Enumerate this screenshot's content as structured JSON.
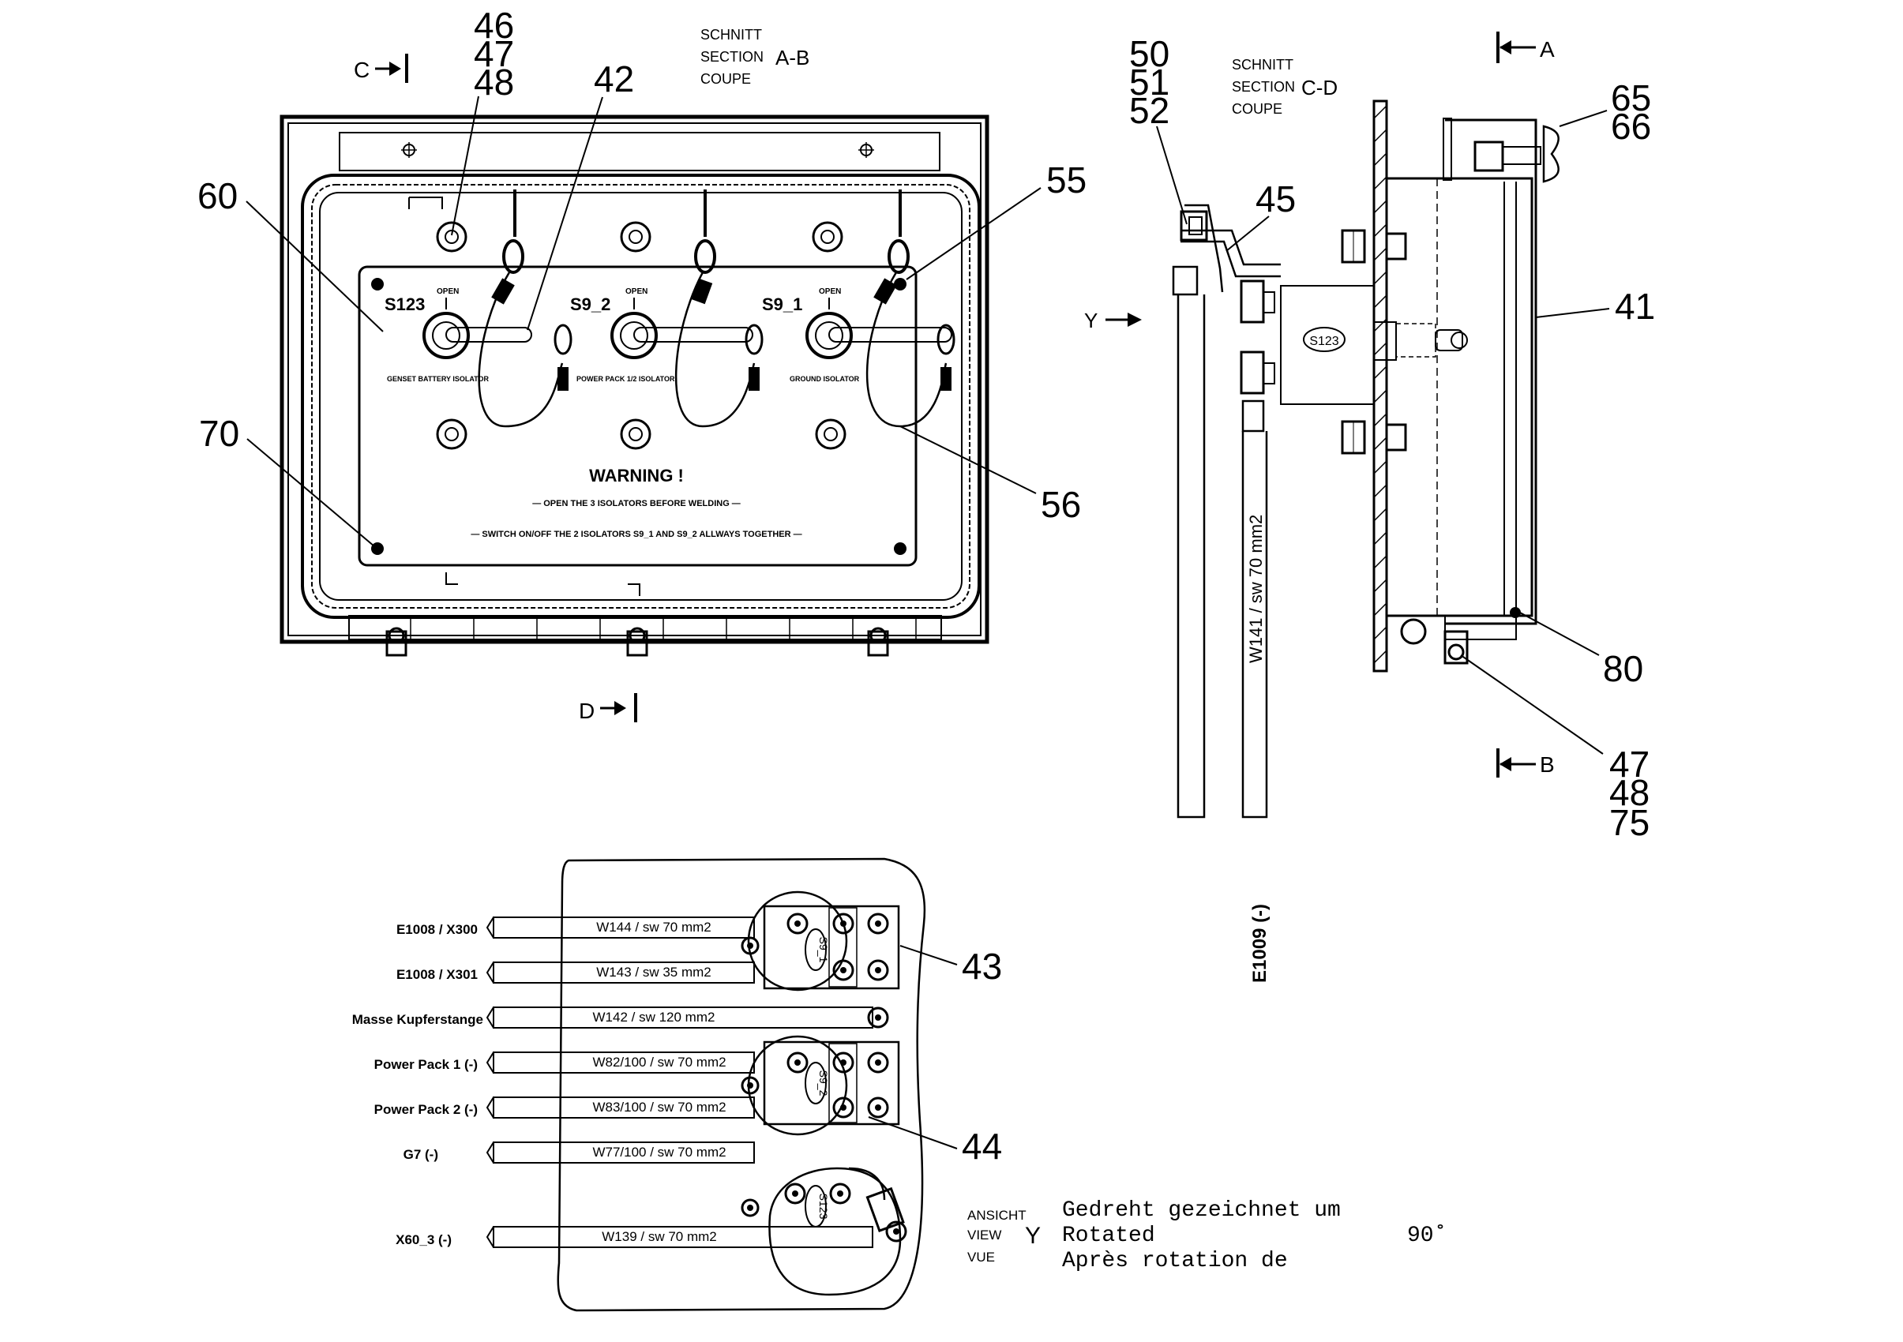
{
  "front_view": {
    "section_marks": {
      "left_top": "C",
      "bottom": "D"
    },
    "switches": [
      {
        "id": "S123",
        "state": "OPEN",
        "desc": "GENSET BATTERY ISOLATOR"
      },
      {
        "id": "S9_2",
        "state": "OPEN",
        "desc": "POWER PACK 1/2 ISOLATOR"
      },
      {
        "id": "S9_1",
        "state": "OPEN",
        "desc": "GROUND ISOLATOR"
      }
    ],
    "warning_title": "WARNING !",
    "warning_line1": "— OPEN THE 3 ISOLATORS BEFORE WELDING —",
    "warning_line2": "— SWITCH ON/OFF THE 2 ISOLATORS S9_1 AND S9_2 ALLWAYS TOGETHER —"
  },
  "section_ab": {
    "line1": "SCHNITT",
    "line2": "SECTION",
    "line3": "COUPE",
    "name": "A-B"
  },
  "section_cd": {
    "line1": "SCHNITT",
    "line2": "SECTION",
    "line3": "COUPE",
    "name": "C-D",
    "marks": {
      "top": "A",
      "bottom": "B",
      "view": "Y"
    },
    "switch_tag": "S123",
    "cable_label": "W141 / sw 70 mm2"
  },
  "callouts": {
    "c46_48": [
      "46",
      "47",
      "48"
    ],
    "c42": "42",
    "c60": "60",
    "c55": "55",
    "c70": "70",
    "c56": "56",
    "c50_52": [
      "50",
      "51",
      "52"
    ],
    "c45": "45",
    "c65_66": [
      "65",
      "66"
    ],
    "c41": "41",
    "c80": "80",
    "c47_75": [
      "47",
      "48",
      "75"
    ],
    "c43": "43",
    "c44": "44"
  },
  "view_y": {
    "switch_tags": [
      "S9_1",
      "S9_2",
      "S123"
    ],
    "side_label": "E1009 (-)",
    "connections": [
      {
        "label": "E1008 / X300",
        "cable": "W144 / sw 70 mm2"
      },
      {
        "label": "E1008 / X301",
        "cable": "W143 / sw 35 mm2"
      },
      {
        "label": "Masse Kupferstange",
        "cable": "W142 / sw 120 mm2"
      },
      {
        "label": "Power Pack 1 (-)",
        "cable": "W82/100 / sw 70 mm2"
      },
      {
        "label": "Power Pack 2 (-)",
        "cable": "W83/100 / sw 70 mm2"
      },
      {
        "label": "G7 (-)",
        "cable": "W77/100 / sw 70 mm2"
      },
      {
        "label": "X60_3 (-)",
        "cable": "W139 / sw 70 mm2"
      }
    ],
    "view_word_1": "ANSICHT",
    "view_word_2": "VIEW",
    "view_word_3": "VUE",
    "view_letter": "Y",
    "rot_line1": "Gedreht gezeichnet um",
    "rot_line2": "Rotated",
    "rot_line3": "Après rotation de",
    "rot_angle": "90˚"
  }
}
